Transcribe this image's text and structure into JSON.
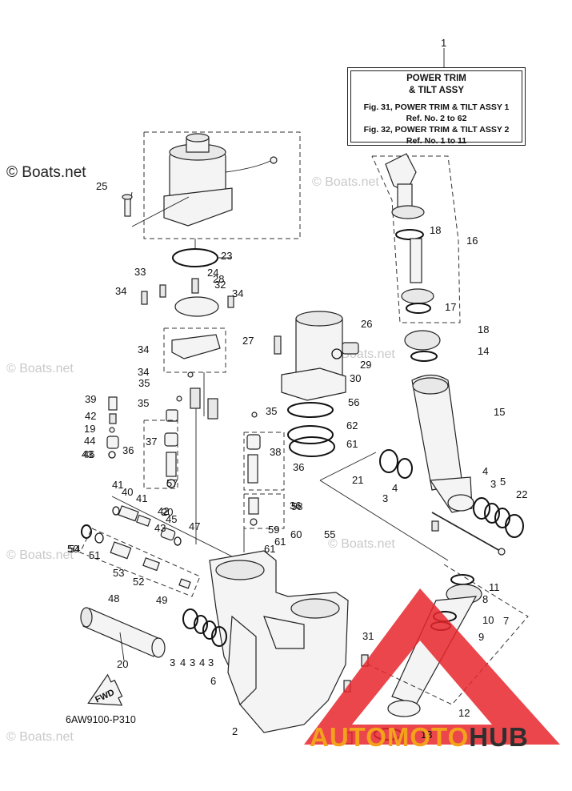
{
  "title_box": {
    "line1": "POWER TRIM",
    "line2": "& TILT ASSY",
    "line3": "Fig. 31, POWER TRIM & TILT ASSY 1",
    "line4": "Ref. No. 2 to 62",
    "line5": "Fig. 32, POWER TRIM & TILT ASSY 2",
    "line6": "Ref. No. 1 to 11"
  },
  "copyright": "© Boats.net",
  "watermark_text": "© Boats.net",
  "diagram_code": "6AW9100-P310",
  "fwd_label": "FWD",
  "logo": {
    "part_a": "AUTOMOTO",
    "part_b": "HUB",
    "color_a": "#f2a21b",
    "color_b": "#2f2f2f",
    "triangle_color": "#e8262b"
  },
  "callouts": [
    "1",
    "2",
    "3",
    "3",
    "3",
    "3",
    "3",
    "4",
    "4",
    "4",
    "4",
    "5",
    "6",
    "7",
    "8",
    "9",
    "10",
    "11",
    "12",
    "13",
    "14",
    "15",
    "16",
    "17",
    "18",
    "18",
    "19",
    "20",
    "20",
    "21",
    "22",
    "23",
    "24",
    "25",
    "26",
    "27",
    "28",
    "29",
    "30",
    "31",
    "32",
    "33",
    "34",
    "34",
    "34",
    "34",
    "35",
    "35",
    "35",
    "36",
    "36",
    "36",
    "37",
    "38",
    "39",
    "40",
    "41",
    "41",
    "42",
    "42",
    "43",
    "43",
    "44",
    "45",
    "46",
    "47",
    "48",
    "49",
    "50",
    "51",
    "52",
    "53",
    "54",
    "55",
    "56",
    "57",
    "58",
    "59",
    "60",
    "61",
    "61",
    "61",
    "62"
  ]
}
